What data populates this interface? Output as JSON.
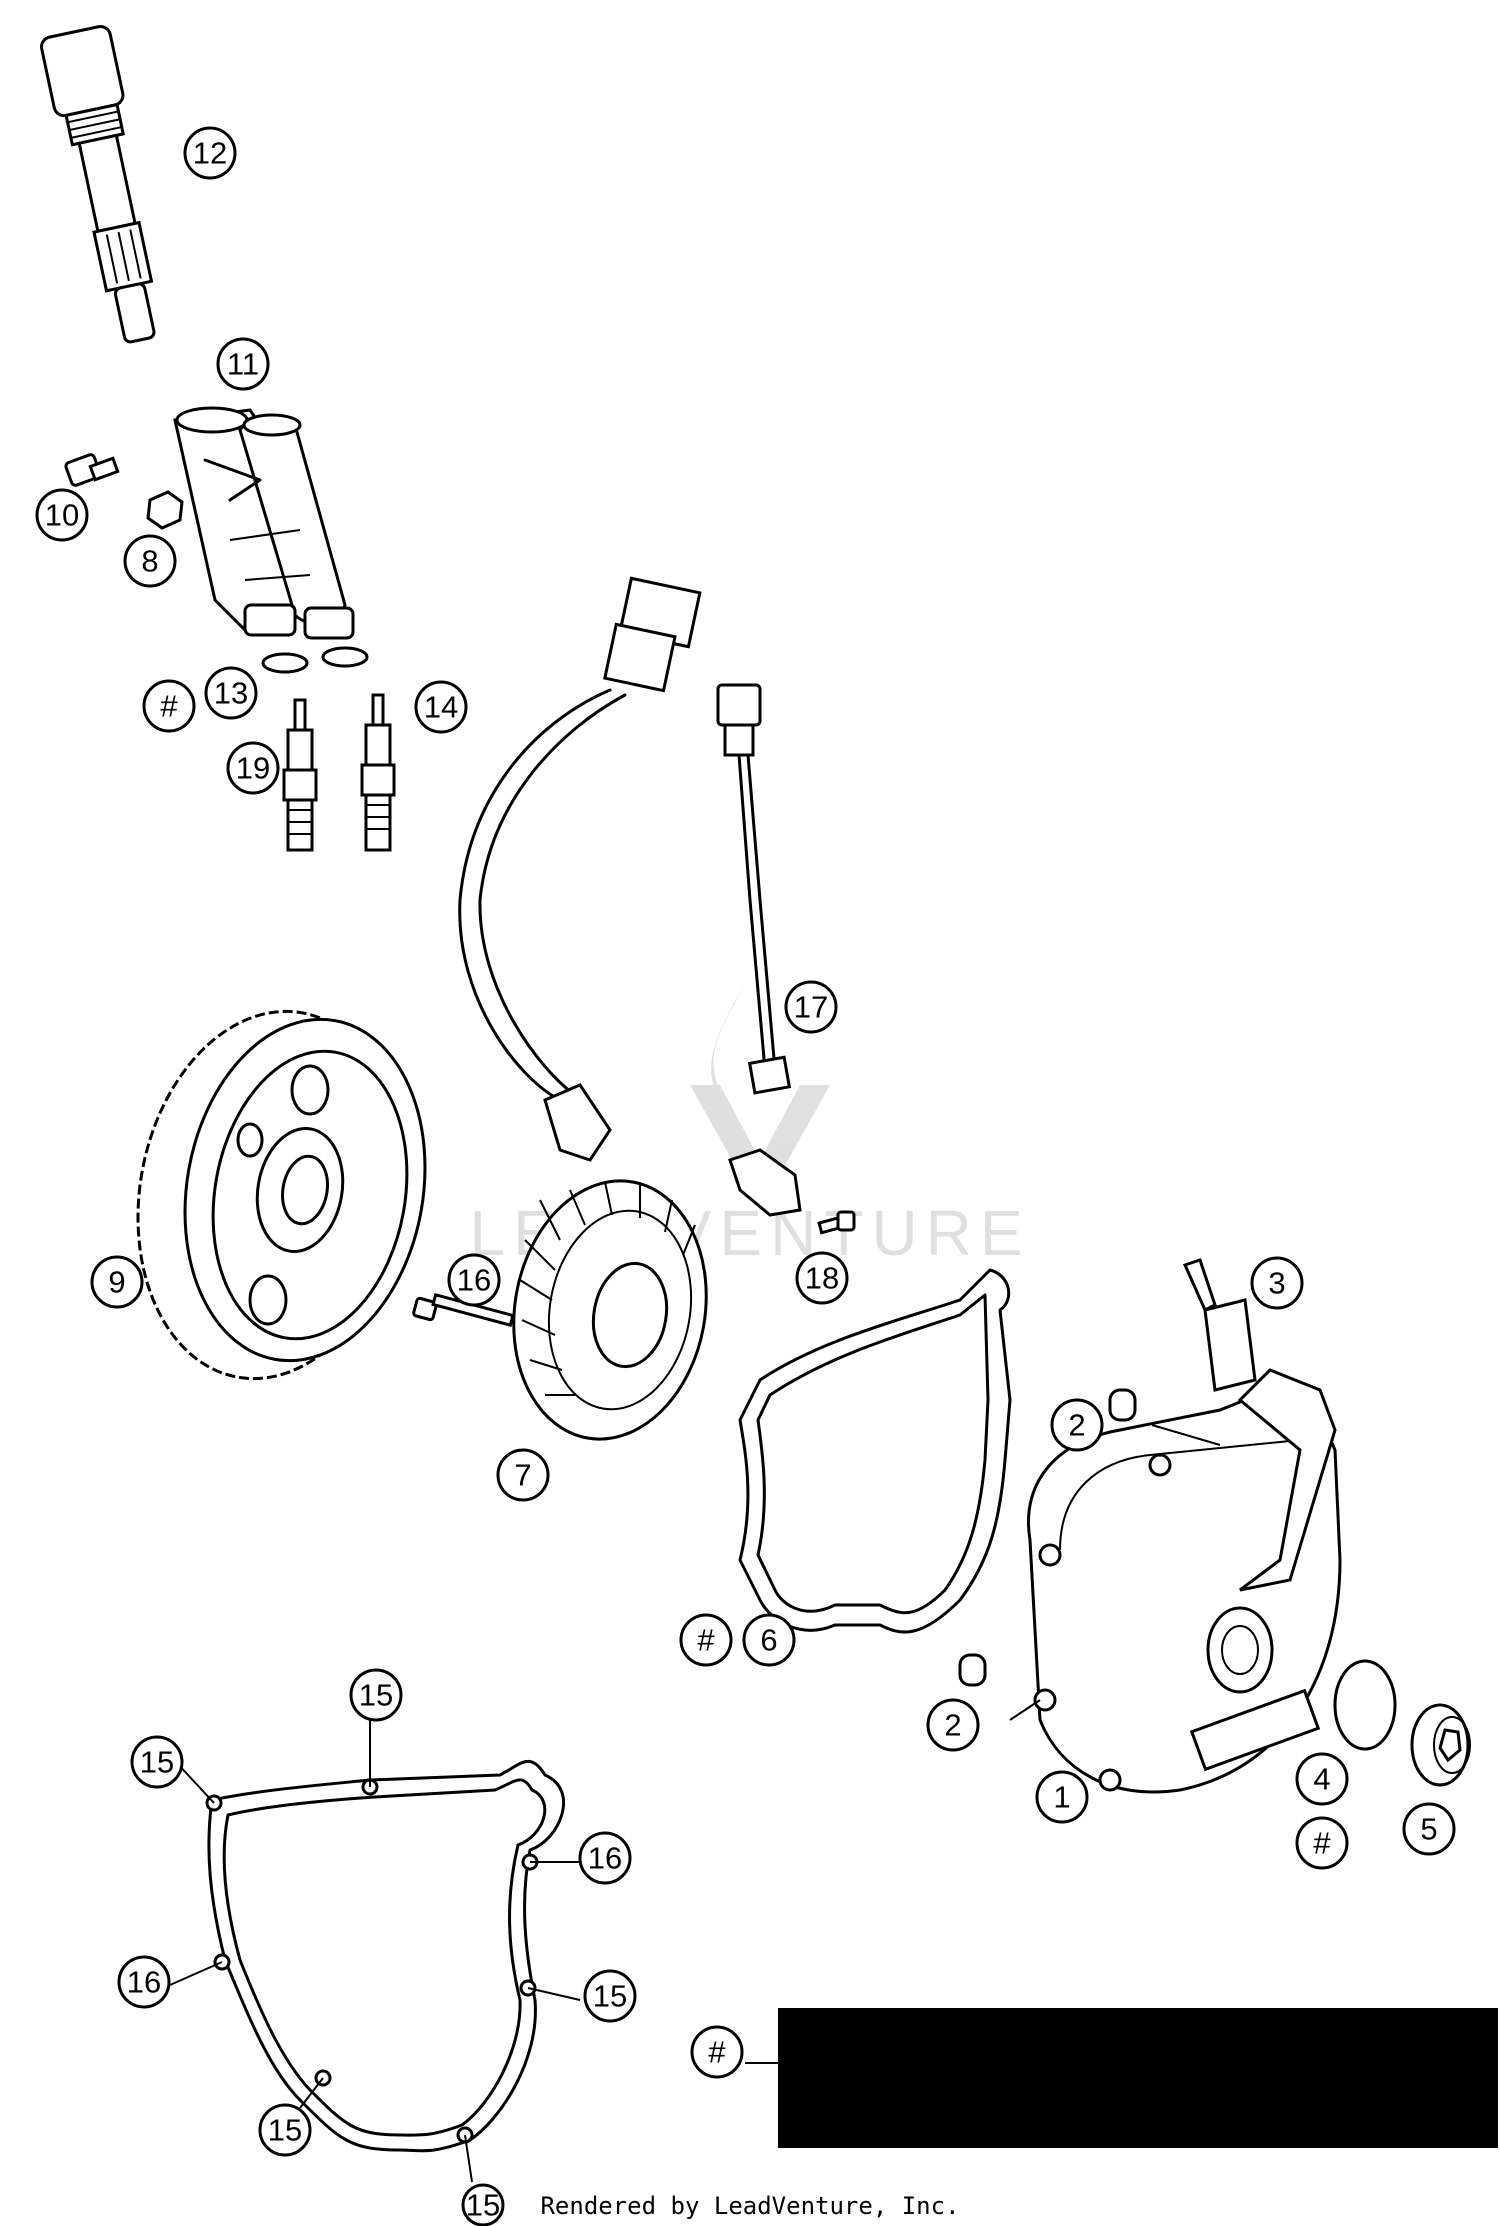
{
  "diagram": {
    "callouts": {
      "c1": "1",
      "c2a": "2",
      "c2b": "2",
      "c3": "3",
      "c4": "4",
      "c5": "5",
      "c6": "6",
      "c7": "7",
      "c8": "8",
      "c9": "9",
      "c10": "10",
      "c11": "11",
      "c12": "12",
      "c13": "13",
      "c14": "14",
      "c15a": "15",
      "c15b": "15",
      "c15c": "15",
      "c15d": "15",
      "c15e": "15",
      "c16a": "16",
      "c16b": "16",
      "c16c": "16",
      "c17": "17",
      "c18": "18",
      "c19": "19",
      "h1": "#",
      "h2": "#",
      "h3": "#",
      "h4": "#"
    },
    "watermark": "LEADVENTURE",
    "footer": "Rendered by LeadVenture, Inc."
  }
}
